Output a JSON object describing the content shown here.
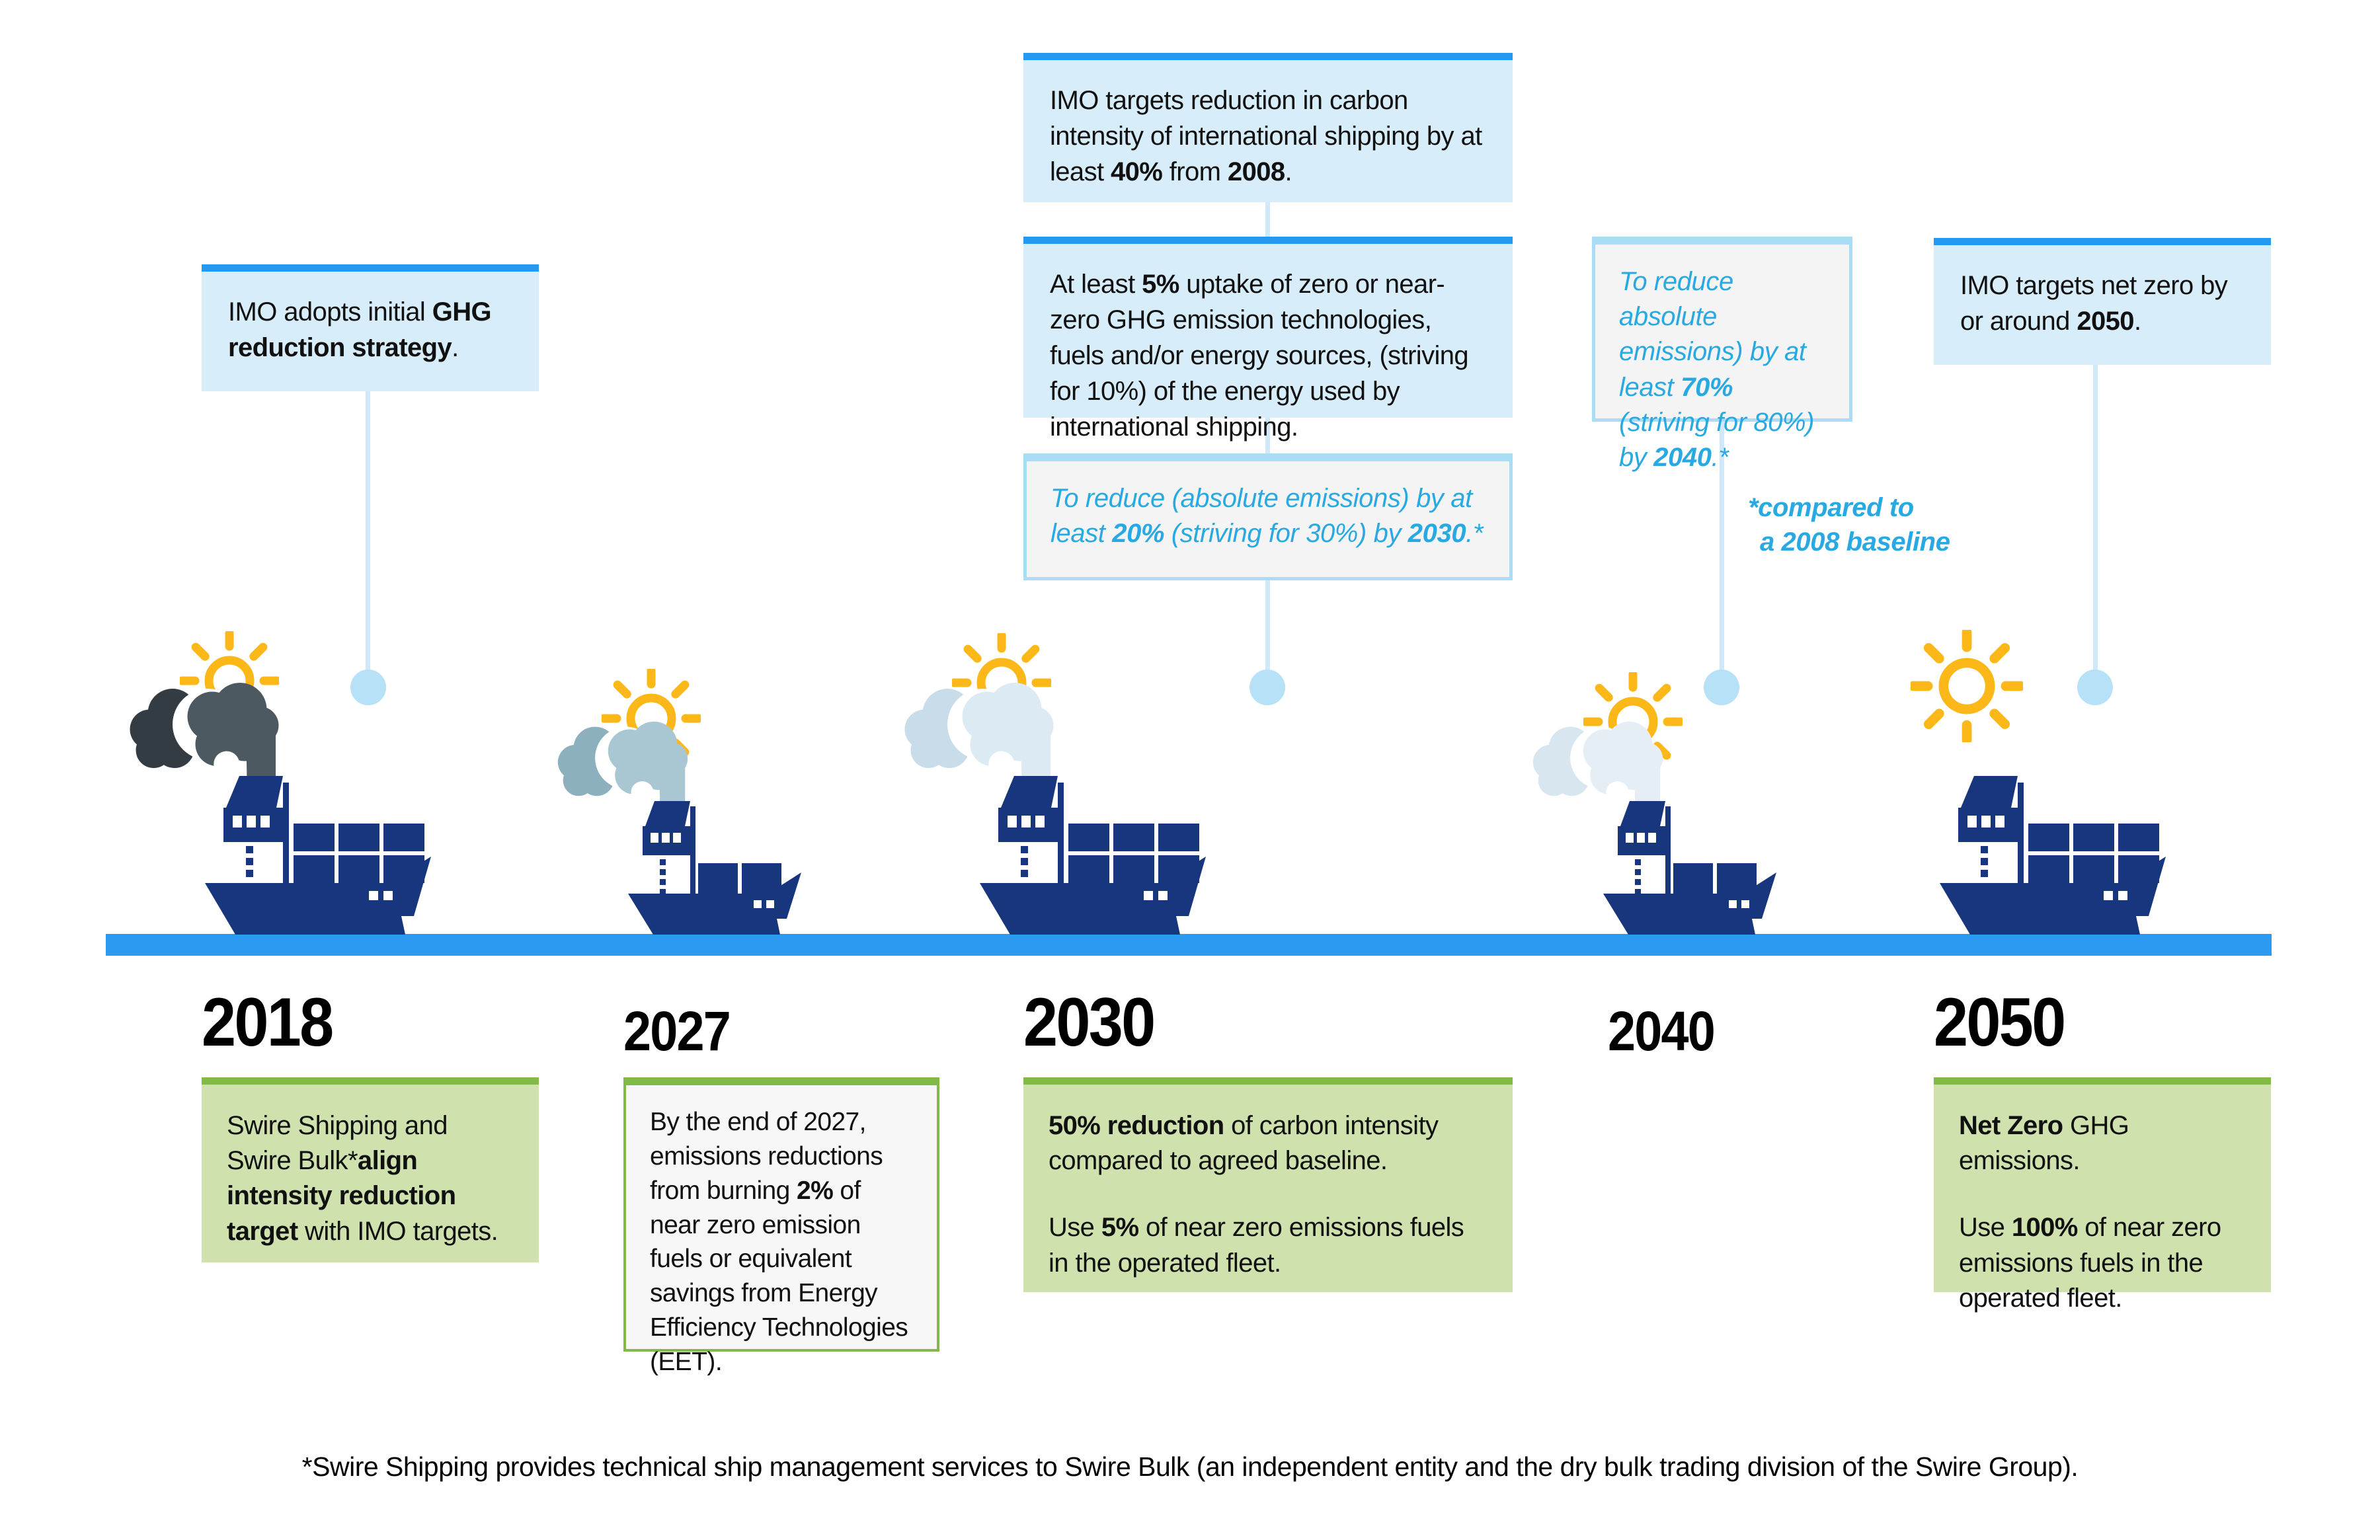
{
  "colors": {
    "accent_blue": "#2598ef",
    "timeline_bar": "#2b9af0",
    "light_blue_bg": "#d7edf9",
    "light_blue_border": "#a9dcf5",
    "panel_gray_bg": "#f4f4f4",
    "italic_blue": "#29a9e1",
    "green_border": "#82ba47",
    "green_bg": "#cfe2ae",
    "white_panel_bg": "#f7f7f7",
    "navy": "#17367d",
    "sun_yellow": "#fcb818",
    "connector_line": "#cfe9fa",
    "connector_dot": "#b7e1f7",
    "smoke_dark_front": "#4d5960",
    "smoke_dark_back": "#333c43",
    "smoke_2027_front": "#a9c7d3",
    "smoke_2027_back": "#8db0bf",
    "smoke_2030_front": "#dceaf3",
    "smoke_2030_back": "#c8dce9",
    "smoke_2040_front": "#e5eef4",
    "smoke_2040_back": "#d7e6ef",
    "text": "#111111"
  },
  "columns": [
    {
      "year": "2018",
      "event_box": {
        "segments": [
          {
            "t": "IMO adopts initial "
          },
          {
            "t": "GHG reduction strategy",
            "b": true
          },
          {
            "t": "."
          }
        ]
      },
      "goal_box": {
        "paragraphs": [
          [
            {
              "t": "Swire Shipping and Swire Bulk*"
            },
            {
              "t": "align intensity reduction target",
              "b": true
            },
            {
              "t": " with IMO targets."
            }
          ]
        ]
      }
    },
    {
      "year": "2027",
      "goal_box": {
        "paragraphs": [
          [
            {
              "t": "By the end of 2027, emissions reductions from burning "
            },
            {
              "t": "2%",
              "b": true
            },
            {
              "t": " of near zero emission fuels or equivalent savings from Energy Efficiency Technologies (EET)."
            }
          ]
        ]
      }
    },
    {
      "year": "2030",
      "imo_box_1": {
        "segments": [
          {
            "t": "IMO targets reduction in carbon intensity of international shipping by at least "
          },
          {
            "t": "40%",
            "b": true
          },
          {
            "t": " from "
          },
          {
            "t": "2008",
            "b": true
          },
          {
            "t": "."
          }
        ]
      },
      "imo_box_2": {
        "segments": [
          {
            "t": "At least "
          },
          {
            "t": "5%",
            "b": true
          },
          {
            "t": " uptake of zero or near-zero GHG emission technologies, fuels and/or energy sources, (striving for 10%) of the energy used by international shipping."
          }
        ]
      },
      "target_box": {
        "segments": [
          {
            "t": "To reduce (absolute emissions) by at least "
          },
          {
            "t": "20%",
            "b": true
          },
          {
            "t": " (striving for 30%) by "
          },
          {
            "t": "2030",
            "b": true
          },
          {
            "t": ".*"
          }
        ]
      },
      "goal_box": {
        "paragraphs": [
          [
            {
              "t": "50% reduction",
              "b": true
            },
            {
              "t": " of carbon intensity compared to agreed baseline."
            }
          ],
          [
            {
              "t": "Use "
            },
            {
              "t": "5%",
              "b": true
            },
            {
              "t": " of near zero emissions fuels in the operated fleet."
            }
          ]
        ]
      }
    },
    {
      "year": "2040",
      "target_box": {
        "segments": [
          {
            "t": "To reduce absolute emissions) by at least "
          },
          {
            "t": "70%",
            "b": true
          },
          {
            "t": " (striving for 80%) by "
          },
          {
            "t": "2040",
            "b": true
          },
          {
            "t": ".*"
          }
        ]
      },
      "baseline_note": {
        "line1": "*compared to",
        "line2": "a 2008 baseline"
      }
    },
    {
      "year": "2050",
      "event_box": {
        "segments": [
          {
            "t": "IMO targets net zero by or around "
          },
          {
            "t": "2050",
            "b": true
          },
          {
            "t": "."
          }
        ]
      },
      "goal_box": {
        "paragraphs": [
          [
            {
              "t": "Net Zero",
              "b": true
            },
            {
              "t": " GHG emissions."
            }
          ],
          [
            {
              "t": "Use "
            },
            {
              "t": "100%",
              "b": true
            },
            {
              "t": " of near zero emissions fuels in the operated fleet."
            }
          ]
        ]
      }
    }
  ],
  "footnote": "*Swire Shipping provides technical ship management services to Swire Bulk (an independent entity and the dry bulk trading division of the Swire Group)."
}
